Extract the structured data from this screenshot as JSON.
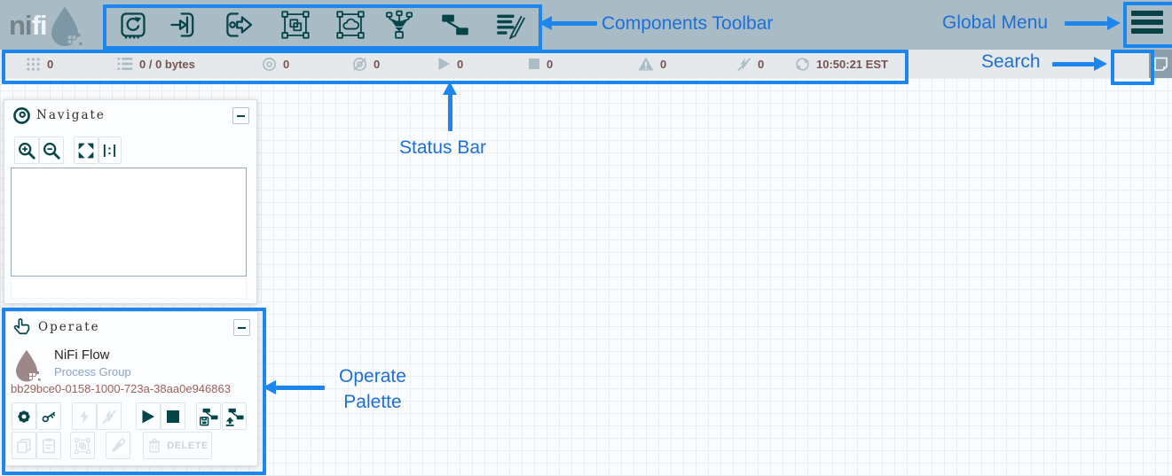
{
  "colors": {
    "header_bg": "#a9bbc5",
    "toolbar_icon_teal": "#05454a",
    "status_bar_bg": "#e5e9ec",
    "status_icon": "#abbdc5",
    "count_text": "#775351",
    "annotation_blue": "#1d86ee",
    "annotation_text_blue": "#1c70d8",
    "flow_type_text": "#8aa5c5",
    "flow_id_text": "#9a625c",
    "header_droplet": "#7e97a5",
    "operate_droplet": "#9d8788"
  },
  "header": {
    "logo_prefix": "ni",
    "logo_suffix": "fi"
  },
  "components_toolbar": {
    "items": [
      {
        "name": "processor"
      },
      {
        "name": "input-port"
      },
      {
        "name": "output-port"
      },
      {
        "name": "process-group"
      },
      {
        "name": "remote-process-group"
      },
      {
        "name": "funnel"
      },
      {
        "name": "template"
      },
      {
        "name": "label"
      }
    ]
  },
  "status_bar": {
    "stats": [
      {
        "name": "active-threads",
        "value": "0"
      },
      {
        "name": "queued",
        "value": "0 / 0 bytes"
      },
      {
        "name": "transmitting-remote-process-groups",
        "value": "0"
      },
      {
        "name": "not-transmitting-remote-process-groups",
        "value": "0"
      },
      {
        "name": "running-components",
        "value": "0"
      },
      {
        "name": "stopped-components",
        "value": "0"
      },
      {
        "name": "invalid-components",
        "value": "0"
      },
      {
        "name": "disabled-components",
        "value": "0"
      }
    ],
    "refresh_time": "10:50:21 EST"
  },
  "navigate_palette": {
    "title": "Navigate",
    "buttons": [
      "zoom-in",
      "zoom-out",
      "fit",
      "actual-size"
    ],
    "actual_size_glyph": "|:|"
  },
  "operate_palette": {
    "title": "Operate",
    "flow_name": "NiFi Flow",
    "flow_type": "Process Group",
    "flow_id": "bb29bce0-0158-1000-723a-38aa0e946863",
    "buttons_row1": [
      "configuration",
      "access-policies",
      "enable",
      "disable",
      "start",
      "stop",
      "create-template",
      "upload-template"
    ],
    "buttons_row2": [
      "copy",
      "paste",
      "group",
      "fill-color",
      "delete"
    ],
    "delete_label": "DELETE"
  },
  "annotations": {
    "components_toolbar": "Components Toolbar",
    "global_menu": "Global Menu",
    "search": "Search",
    "status_bar": "Status Bar",
    "operate_palette_line1": "Operate",
    "operate_palette_line2": "Palette"
  }
}
